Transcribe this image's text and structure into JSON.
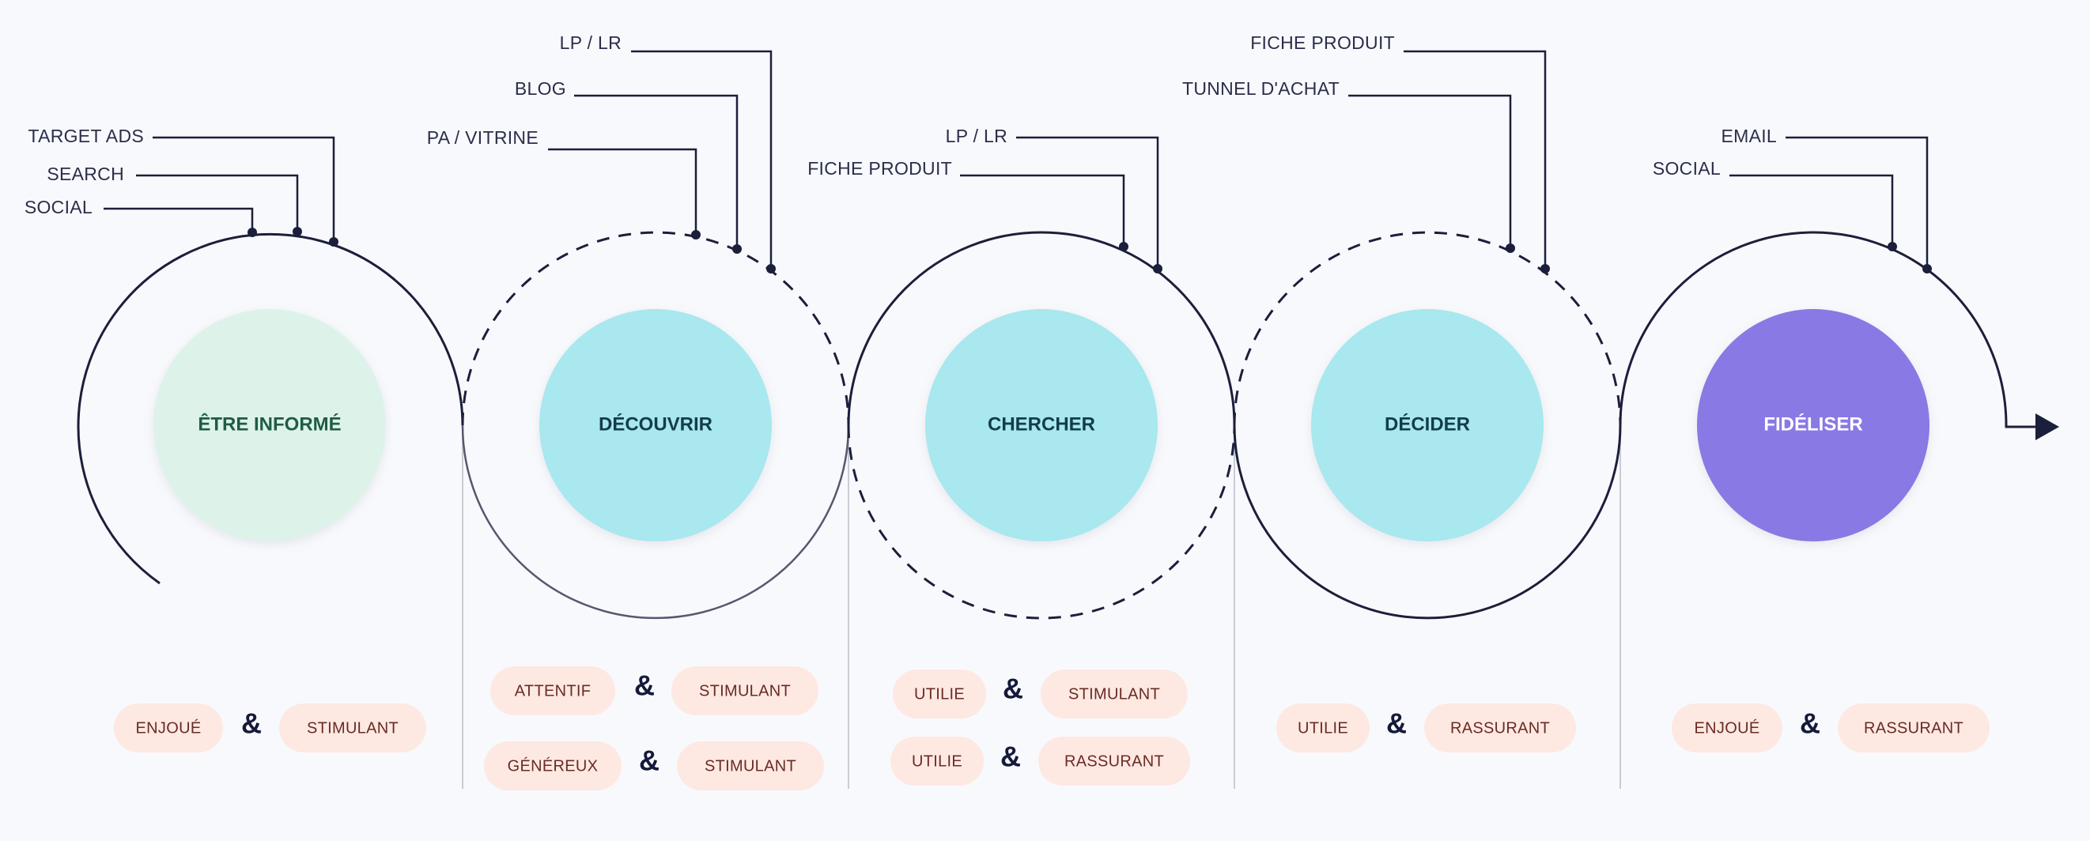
{
  "colors": {
    "background": "#f8f9fc",
    "line": "#1b1f3b",
    "divider": "#c9ccd4",
    "pill_fill": "#fde9e2",
    "pill_text": "#6b2a24",
    "stage_informed": "#ddf3ea",
    "stage_cyan": "#a8e8ee",
    "stage_purple": "#8979e4",
    "title_dark_green": "#1f5c45",
    "title_dark_teal": "#143c49",
    "title_white": "#ffffff"
  },
  "stages": [
    {
      "title": "ÊTRE INFORMÉ",
      "touchpoints": [
        "TARGET ADS",
        "SEARCH",
        "SOCIAL"
      ],
      "tones": [
        [
          "ENJOUÉ",
          "STIMULANT"
        ]
      ]
    },
    {
      "title": "DÉCOUVRIR",
      "touchpoints": [
        "LP / LR",
        "BLOG",
        "PA / VITRINE"
      ],
      "tones": [
        [
          "ATTENTIF",
          "STIMULANT"
        ],
        [
          "GÉNÉREUX",
          "STIMULANT"
        ]
      ]
    },
    {
      "title": "CHERCHER",
      "touchpoints": [
        "LP / LR",
        "FICHE PRODUIT"
      ],
      "tones": [
        [
          "UTILIE",
          "STIMULANT"
        ],
        [
          "UTILIE",
          "RASSURANT"
        ]
      ]
    },
    {
      "title": "DÉCIDER",
      "touchpoints": [
        "FICHE PRODUIT",
        "TUNNEL D'ACHAT"
      ],
      "tones": [
        [
          "UTILIE",
          "RASSURANT"
        ]
      ]
    },
    {
      "title": "FIDÉLISER",
      "touchpoints": [
        "EMAIL",
        "SOCIAL"
      ],
      "tones": [
        [
          "ENJOUÉ",
          "RASSURANT"
        ]
      ]
    }
  ],
  "ampersand": "&"
}
